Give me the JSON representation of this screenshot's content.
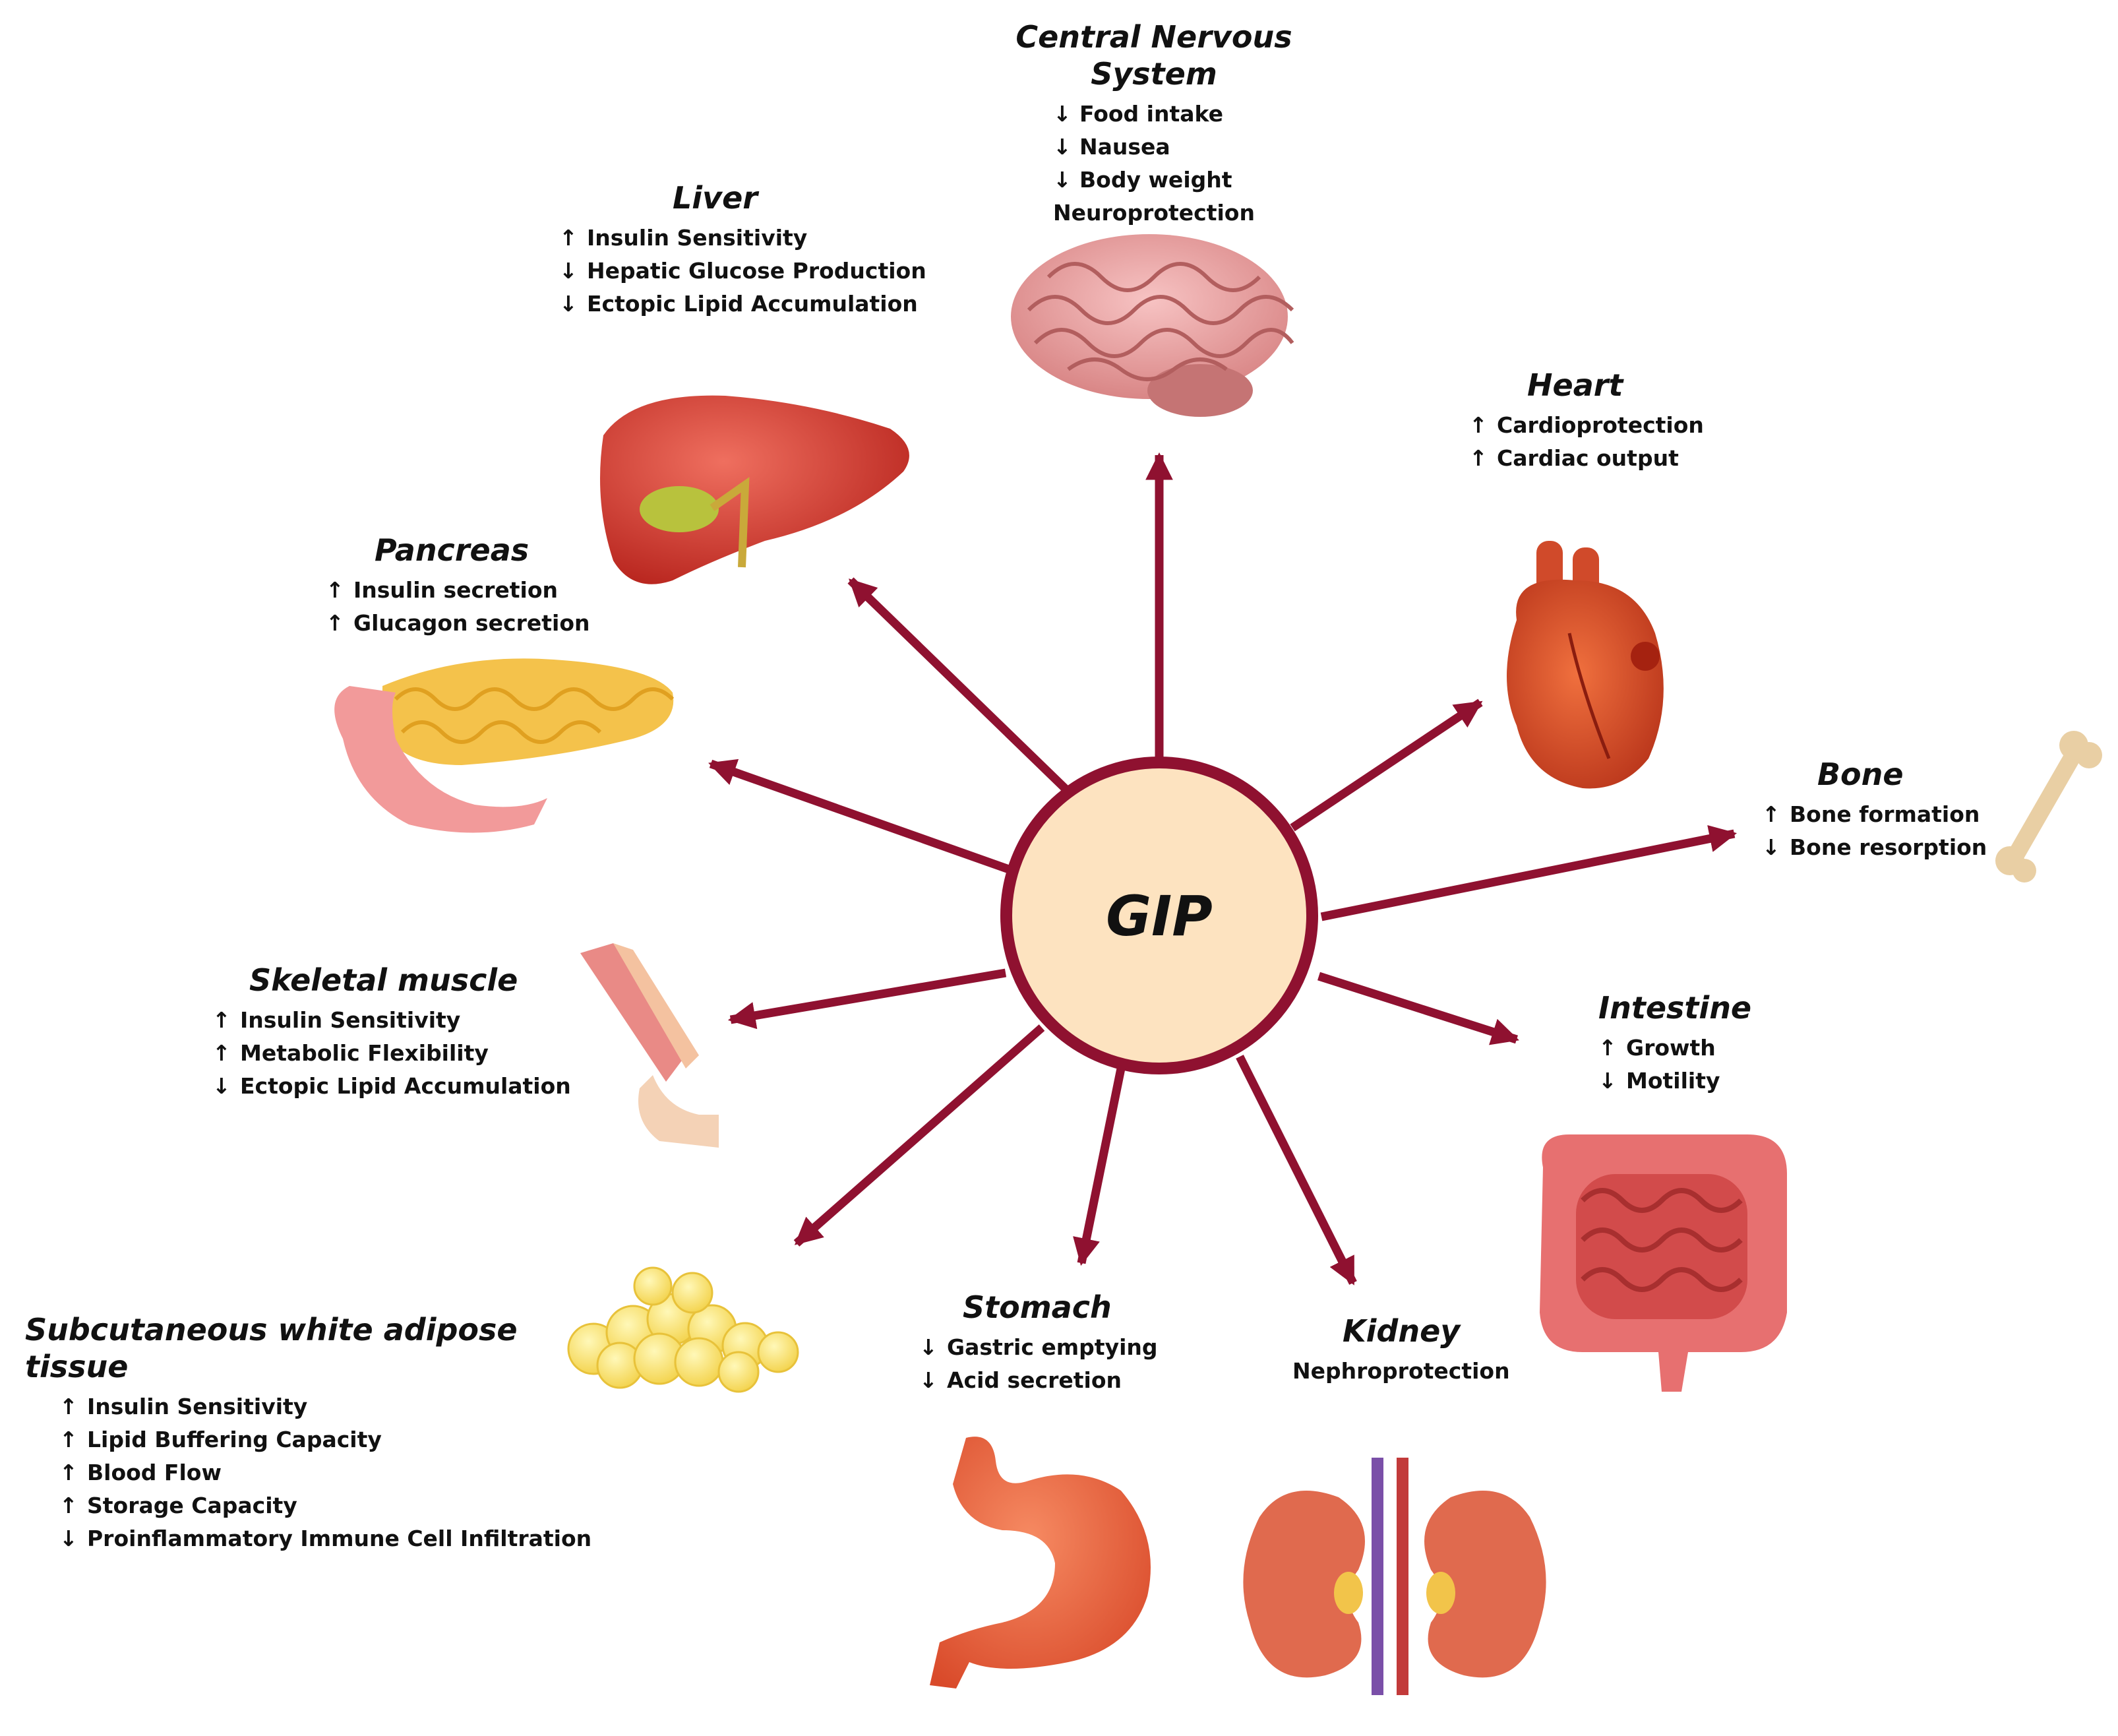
{
  "center": {
    "label": "GIP",
    "fill": "#fde3c0",
    "stroke": "#8f1130"
  },
  "arrow_color": "#8f1130",
  "organs": {
    "cns": {
      "title": "Central Nervous System",
      "effects": [
        {
          "dir": "↓",
          "text": "Food intake"
        },
        {
          "dir": "↓",
          "text": "Nausea"
        },
        {
          "dir": "↓",
          "text": "Body weight"
        },
        {
          "dir": "",
          "text": "Neuroprotection"
        }
      ]
    },
    "liver": {
      "title": "Liver",
      "effects": [
        {
          "dir": "↑",
          "text": "Insulin Sensitivity"
        },
        {
          "dir": "↓",
          "text": "Hepatic Glucose Production"
        },
        {
          "dir": "↓",
          "text": "Ectopic Lipid Accumulation"
        }
      ]
    },
    "heart": {
      "title": "Heart",
      "effects": [
        {
          "dir": "↑",
          "text": "Cardioprotection"
        },
        {
          "dir": "↑",
          "text": "Cardiac output"
        }
      ]
    },
    "pancreas": {
      "title": "Pancreas",
      "effects": [
        {
          "dir": "↑",
          "text": "Insulin secretion"
        },
        {
          "dir": "↑",
          "text": "Glucagon secretion"
        }
      ]
    },
    "bone": {
      "title": "Bone",
      "effects": [
        {
          "dir": "↑",
          "text": "Bone formation"
        },
        {
          "dir": "↓",
          "text": "Bone resorption"
        }
      ]
    },
    "skeletal_muscle": {
      "title": "Skeletal muscle",
      "effects": [
        {
          "dir": "↑",
          "text": "Insulin Sensitivity"
        },
        {
          "dir": "↑",
          "text": "Metabolic Flexibility"
        },
        {
          "dir": "↓",
          "text": "Ectopic Lipid Accumulation"
        }
      ]
    },
    "intestine": {
      "title": "Intestine",
      "effects": [
        {
          "dir": "↑",
          "text": "Growth"
        },
        {
          "dir": "↓",
          "text": "Motility"
        }
      ]
    },
    "adipose": {
      "title": "Subcutaneous white adipose tissue",
      "effects": [
        {
          "dir": "↑",
          "text": "Insulin Sensitivity"
        },
        {
          "dir": "↑",
          "text": "Lipid Buffering Capacity"
        },
        {
          "dir": "↑",
          "text": "Blood Flow"
        },
        {
          "dir": "↑",
          "text": "Storage Capacity"
        },
        {
          "dir": "↓",
          "text": "Proinflammatory Immune Cell Infiltration"
        }
      ]
    },
    "stomach": {
      "title": "Stomach",
      "effects": [
        {
          "dir": "↓",
          "text": "Gastric emptying"
        },
        {
          "dir": "↓",
          "text": "Acid secretion"
        }
      ]
    },
    "kidney": {
      "title": "Kidney",
      "effects": [
        {
          "dir": "",
          "text": "Nephroprotection"
        }
      ]
    }
  },
  "illustrations": {
    "brain": "brain-illustration",
    "liver": "liver-illustration",
    "heart": "heart-illustration",
    "pancreas": "pancreas-illustration",
    "bone": "bone-illustration",
    "muscle": "arm-muscle-illustration",
    "intestine": "intestine-illustration",
    "adipose": "fat-cells-illustration",
    "stomach": "stomach-illustration",
    "kidney": "kidney-illustration"
  }
}
